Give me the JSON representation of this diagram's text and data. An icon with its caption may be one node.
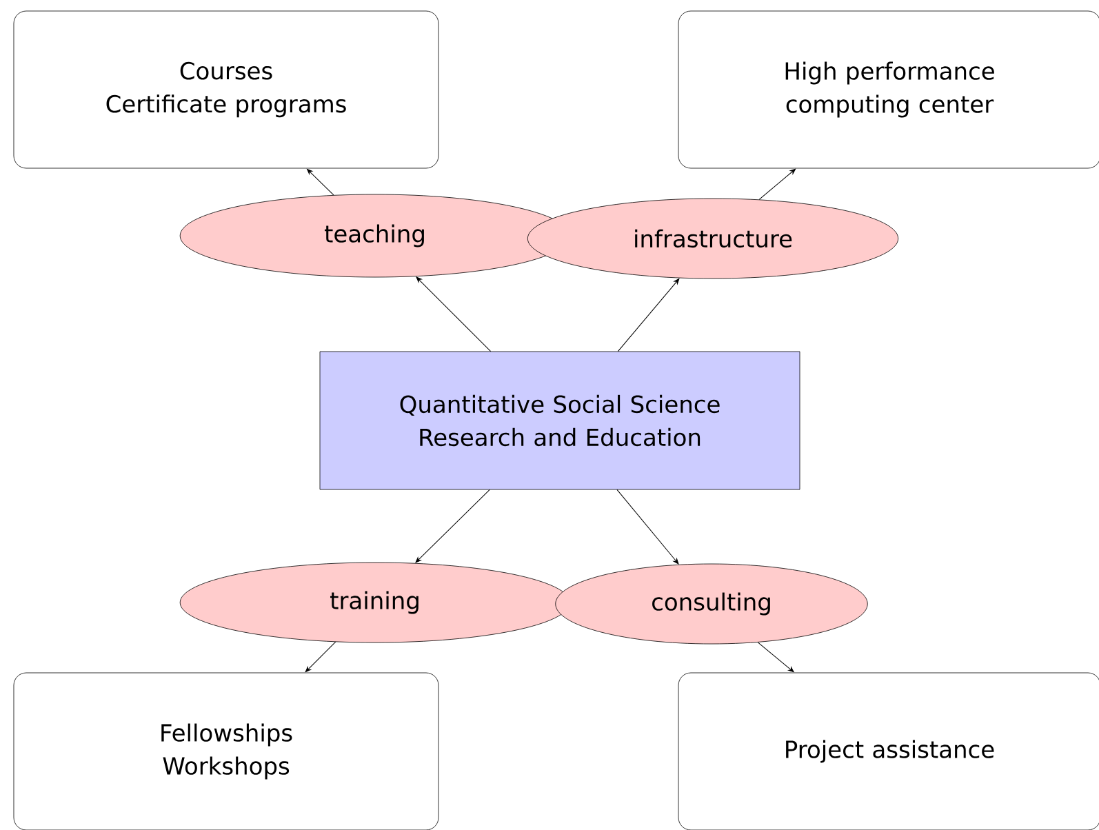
{
  "diagram": {
    "nodes": [
      {
        "text": [
          "Courses",
          "Certificate programs"
        ]
      },
      {
        "text": [
          "High performance computing center"
        ]
      },
      {
        "text": [
          "teaching"
        ]
      },
      {
        "text": [
          "infrastructure"
        ]
      },
      {
        "text": [
          "Quantitative Social Science Research and Education"
        ]
      },
      {
        "text": [
          "training"
        ]
      },
      {
        "text": [
          "consulting"
        ]
      },
      {
        "text": [
          "Fellowships",
          "Workshops"
        ]
      },
      {
        "text": [
          "Project assistance"
        ]
      }
    ],
    "edges": [
      {
        "from": 4,
        "to": 2,
        "arrow": "to"
      },
      {
        "from": 2,
        "to": 0,
        "arrow": "to"
      },
      {
        "from": 4,
        "to": 3,
        "arrow": "to"
      },
      {
        "from": 3,
        "to": 1,
        "arrow": "to"
      },
      {
        "from": 4,
        "to": 5,
        "arrow": "to"
      },
      {
        "from": 5,
        "to": 7,
        "arrow": "to"
      },
      {
        "from": 4,
        "to": 6,
        "arrow": "to"
      },
      {
        "from": 6,
        "to": 8,
        "arrow": "to"
      }
    ]
  }
}
